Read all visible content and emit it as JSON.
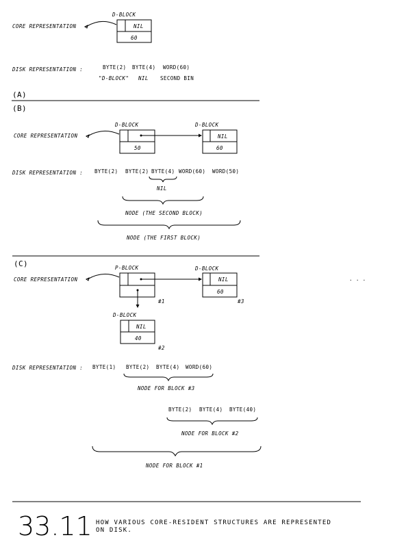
{
  "partA": {
    "label": "(A)",
    "core_label": "CORE REPRESENTATION",
    "block_title": "D-BLOCK",
    "block_nil": "NIL",
    "block_value": "60",
    "disk_label": "DISK REPRESENTATION :",
    "disk_fields": [
      "BYTE(2)",
      "BYTE(4)",
      "WORD(60)"
    ],
    "disk_values": [
      "\"D-BLOCK\"",
      "NIL",
      "SECOND BIN"
    ]
  },
  "partB": {
    "label": "(B)",
    "core_label": "CORE REPRESENTATION",
    "block1_title": "D-BLOCK",
    "block1_value": "50",
    "block2_title": "D-BLOCK",
    "block2_nil": "NIL",
    "block2_value": "60",
    "disk_label": "DISK REPRESENTATION :",
    "disk_fields": [
      "BYTE(2)",
      "BYTE(2)",
      "BYTE(4)",
      "WORD(60)",
      "WORD(50)"
    ],
    "nil_label": "NIL",
    "node_second": "NODE (THE SECOND BLOCK)",
    "node_first": "NODE (THE FIRST BLOCK)"
  },
  "partC": {
    "label": "(C)",
    "core_label": "CORE REPRESENTATION",
    "pblock_title": "P-BLOCK",
    "pblock_num": "#1",
    "dblock3_title": "D-BLOCK",
    "dblock3_nil": "NIL",
    "dblock3_value": "60",
    "dblock3_num": "#3",
    "dblock2_title": "D-BLOCK",
    "dblock2_nil": "NIL",
    "dblock2_value": "40",
    "dblock2_num": "#2",
    "ellipsis": ". . .",
    "disk_label": "DISK REPRESENTATION :",
    "disk_fields": [
      "BYTE(1)",
      "BYTE(2)",
      "BYTE(4)",
      "WORD(60)"
    ],
    "node_block3": "NODE FOR BLOCK #3",
    "sub_fields": [
      "BYTE(2)",
      "BYTE(4)",
      "BYTE(40)"
    ],
    "node_block2": "NODE FOR BLOCK #2",
    "node_block1": "NODE FOR BLOCK #1"
  },
  "caption": {
    "figure_number": "33.11",
    "line1": "HOW VARIOUS CORE-RESIDENT STRUCTURES ARE REPRESENTED",
    "line2": "ON DISK."
  }
}
